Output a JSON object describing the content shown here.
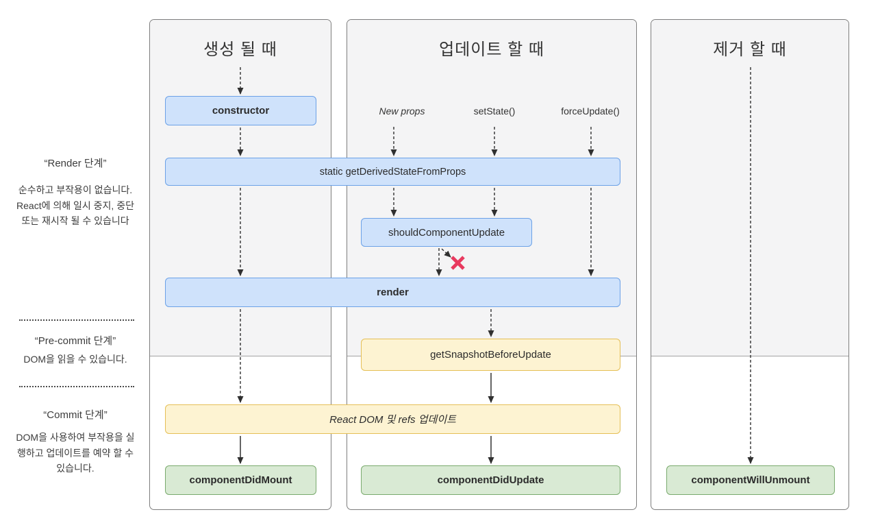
{
  "sidebar": {
    "render": {
      "title": "“Render 단계”",
      "desc": "순수하고 부작용이 없습니다. React에 의해 일시 중지, 중단 또는 재시작 될 수 있습니다"
    },
    "precommit": {
      "title": "“Pre-commit 단계”",
      "desc": "DOM을 읽을 수 있습니다."
    },
    "commit": {
      "title": "“Commit 단계”",
      "desc": "DOM을 사용하여 부작용을 실행하고 업데이트를 예약 할 수 있습니다."
    }
  },
  "columns": {
    "mount": "생성 될 때",
    "update": "업데이트 할 때",
    "unmount": "제거 할 때"
  },
  "triggers": {
    "new_props": "New props",
    "set_state": "setState()",
    "force_update": "forceUpdate()"
  },
  "boxes": {
    "ctor": "constructor",
    "get_derived": "static getDerivedStateFromProps",
    "should_update": "shouldComponentUpdate",
    "render": "render",
    "get_snapshot": "getSnapshotBeforeUpdate",
    "react_dom": "React DOM 및 refs 업데이트",
    "did_mount": "componentDidMount",
    "did_update": "componentDidUpdate",
    "will_unmount": "componentWillUnmount"
  },
  "icons": {
    "cancel_x": "cancel-cross"
  },
  "colors": {
    "box_blue_bg": "#cfe2fb",
    "box_blue_border": "#6ba1e7",
    "box_yellow_bg": "#fdf3d2",
    "box_yellow_border": "#e5bf55",
    "box_green_bg": "#d9ead4",
    "box_green_border": "#79aa6d",
    "panel_shade": "#f4f4f5",
    "cancel_x": "#e83a5f",
    "arrow": "#303030"
  }
}
